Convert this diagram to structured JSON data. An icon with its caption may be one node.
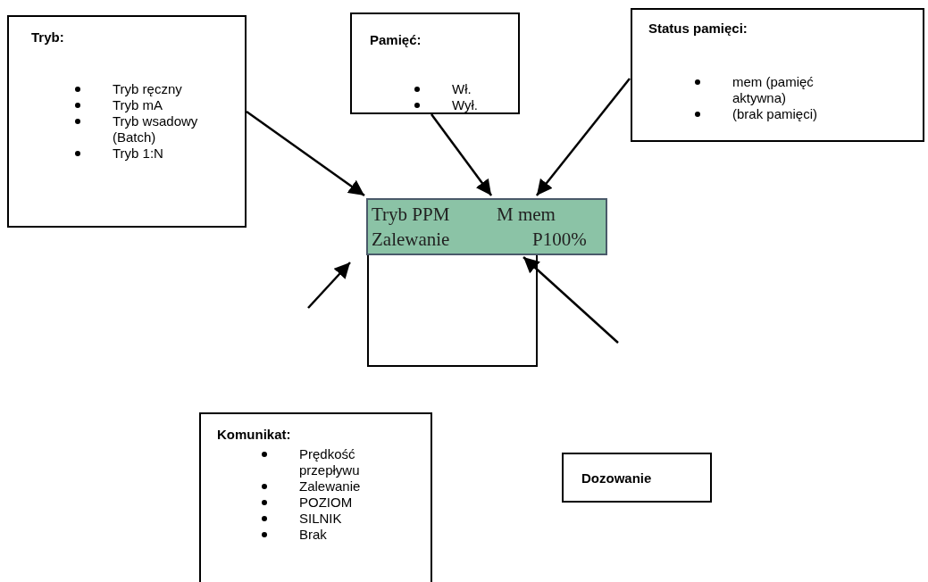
{
  "diagram": {
    "nodes": [
      {
        "text": [
          "Tryb:",
          "Tryb ręczny",
          "Tryb mA",
          "Tryb wsadowy (Batch)",
          "Tryb 1:N"
        ]
      },
      {
        "text": [
          "Pamięć:",
          "Wł.",
          "Wył."
        ]
      },
      {
        "text": [
          "Status pamięci:",
          "mem (pamięć aktywna)",
          "(brak pamięci)"
        ]
      },
      {
        "text": [
          "Tryb PPM",
          "M mem",
          "Zalewanie",
          "P100%"
        ]
      },
      {
        "text": [],
        "shape": "box"
      },
      {
        "text": [
          "Komunikat:",
          "Prędkość przepływu",
          "Zalewanie",
          "POZIOM",
          "SILNIK",
          "Brak"
        ]
      },
      {
        "text": [
          "Dozowanie"
        ]
      }
    ],
    "edges": [
      {
        "from": 0,
        "to": 3,
        "arrow": "to"
      },
      {
        "from": 1,
        "to": 3,
        "arrow": "to"
      },
      {
        "from": 2,
        "to": 3,
        "arrow": "to"
      },
      {
        "from": null,
        "to": 3,
        "arrow": "to"
      },
      {
        "from": null,
        "to": 3,
        "arrow": "to"
      }
    ]
  }
}
